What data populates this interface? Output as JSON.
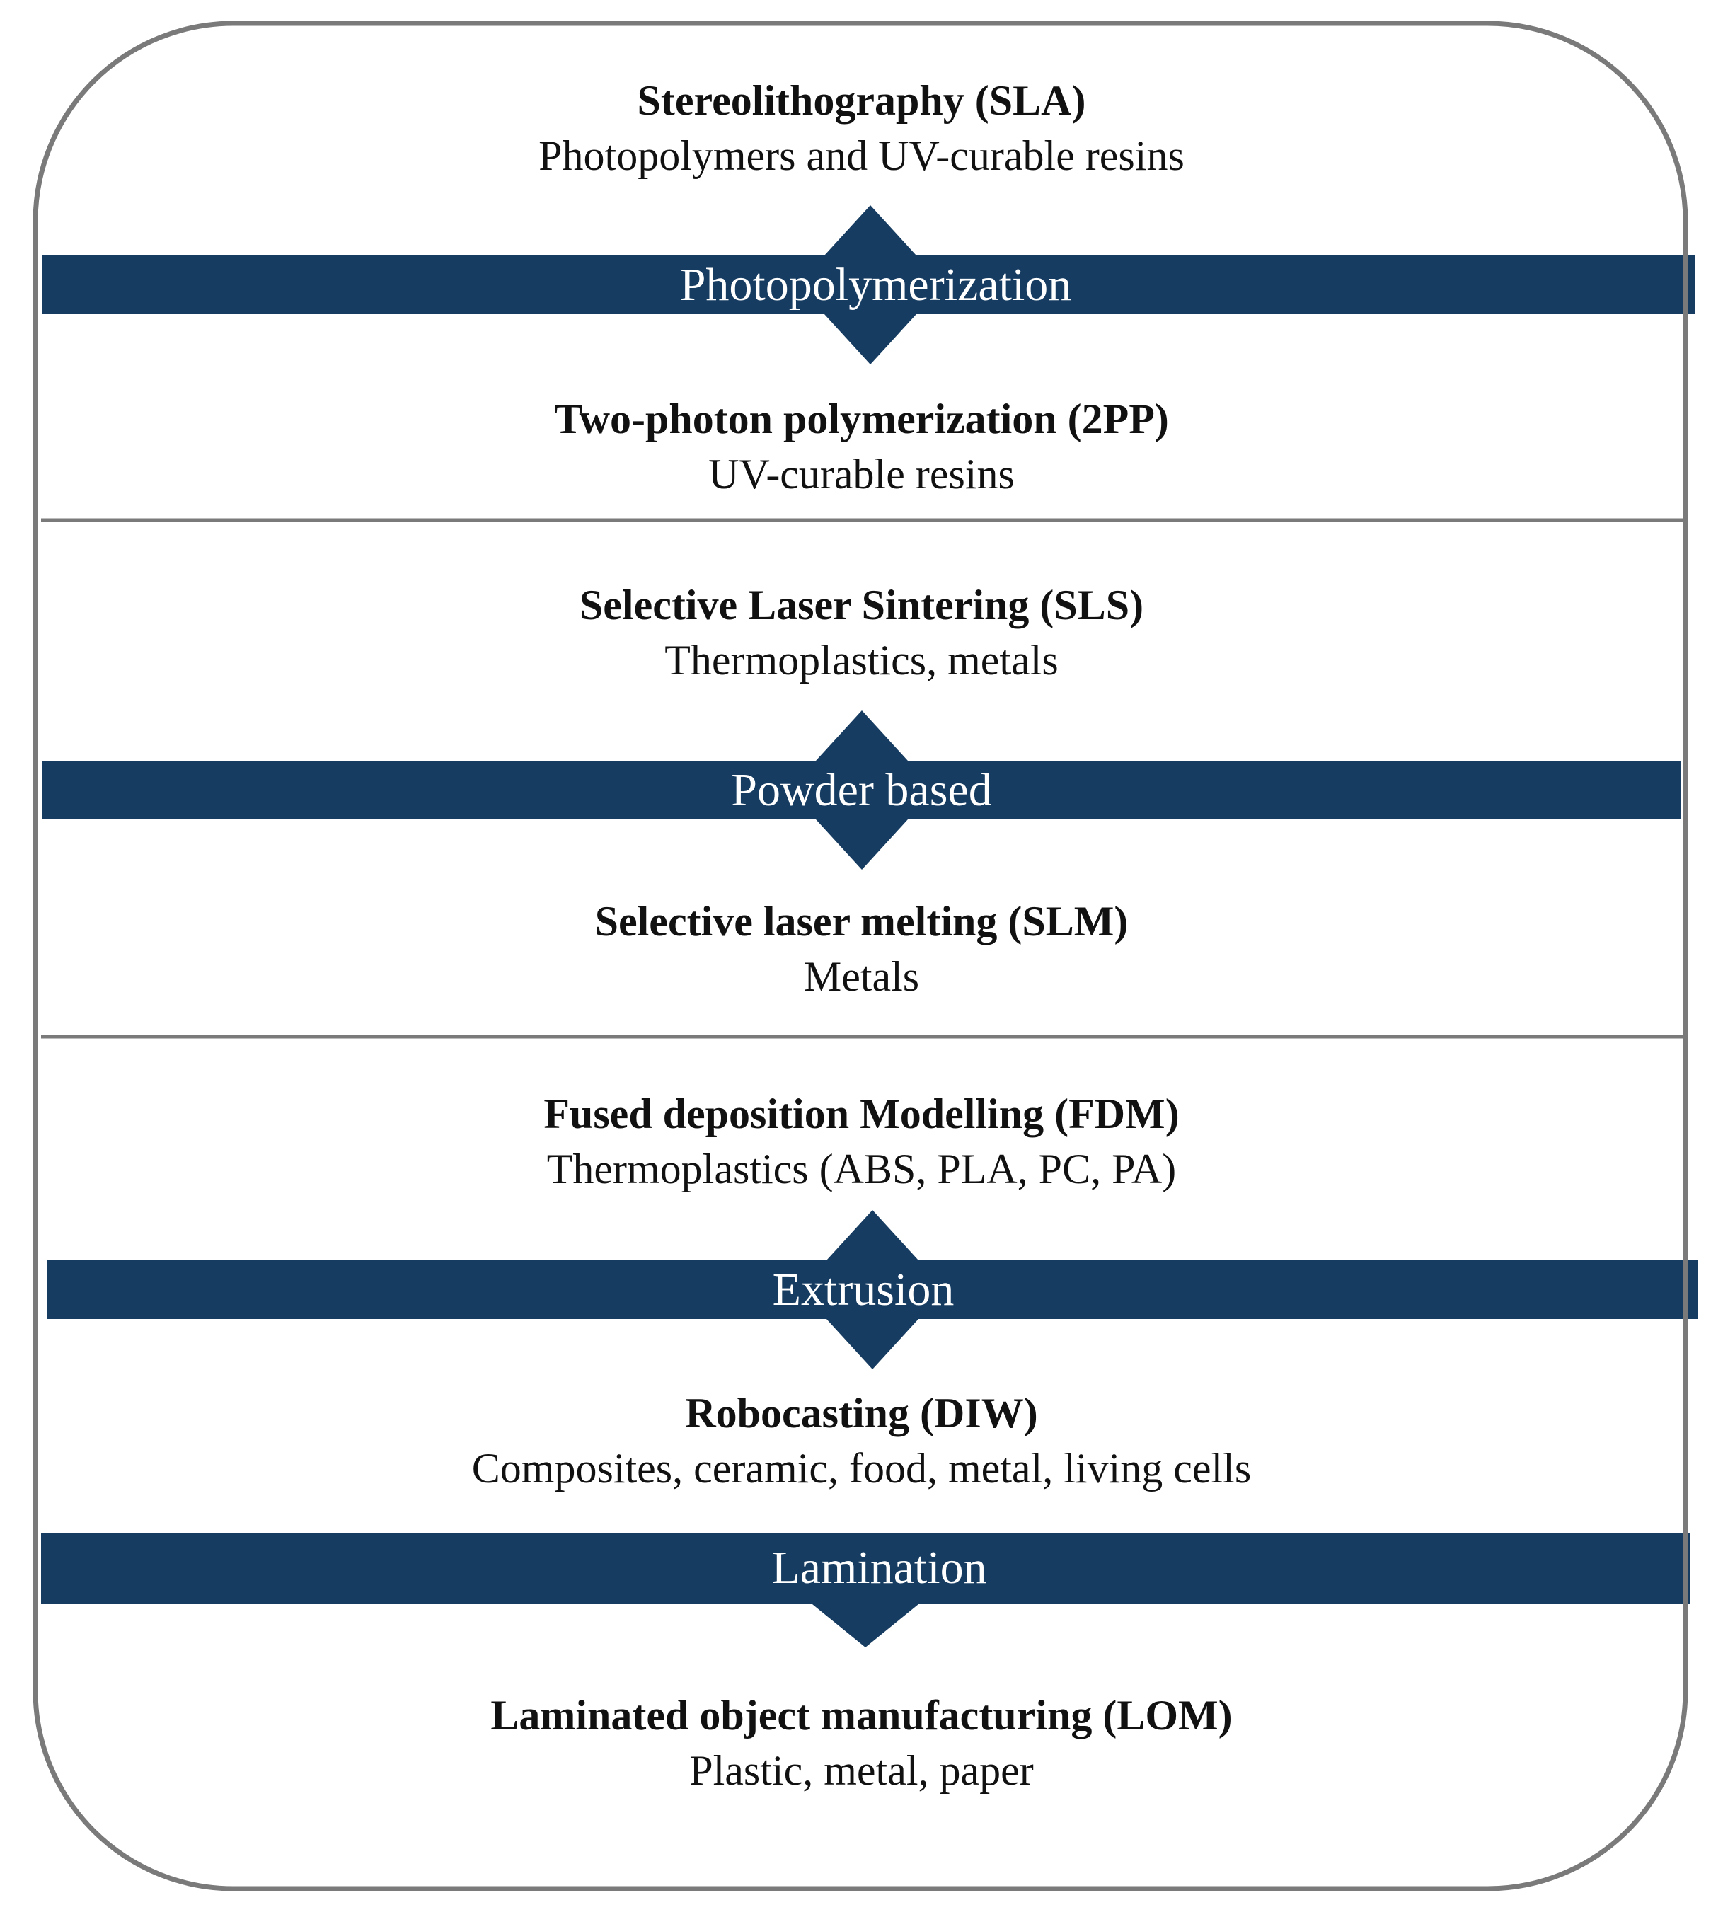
{
  "colors": {
    "band": "#163c61",
    "frame": "#7a7a7a",
    "text": "#111111",
    "band_text": "#ffffff"
  },
  "groups": [
    {
      "category": "Photopolymerization",
      "processes": [
        {
          "name": "Stereolithography (SLA)",
          "materials": "Photopolymers and UV-curable resins"
        },
        {
          "name": "Two-photon polymerization (2PP)",
          "materials": "UV-curable resins"
        }
      ]
    },
    {
      "category": "Powder based",
      "processes": [
        {
          "name": "Selective Laser Sintering (SLS)",
          "materials": "Thermoplastics, metals"
        },
        {
          "name": "Selective laser melting (SLM)",
          "materials": "Metals"
        }
      ]
    },
    {
      "category": "Extrusion",
      "processes": [
        {
          "name": "Fused deposition Modelling (FDM)",
          "materials": "Thermoplastics (ABS, PLA, PC, PA)"
        },
        {
          "name": "Robocasting (DIW)",
          "materials": "Composites, ceramic, food, metal, living cells"
        }
      ]
    },
    {
      "category": "Lamination",
      "processes": [
        {
          "name": "Laminated object manufacturing (LOM)",
          "materials": "Plastic, metal, paper"
        }
      ]
    }
  ]
}
